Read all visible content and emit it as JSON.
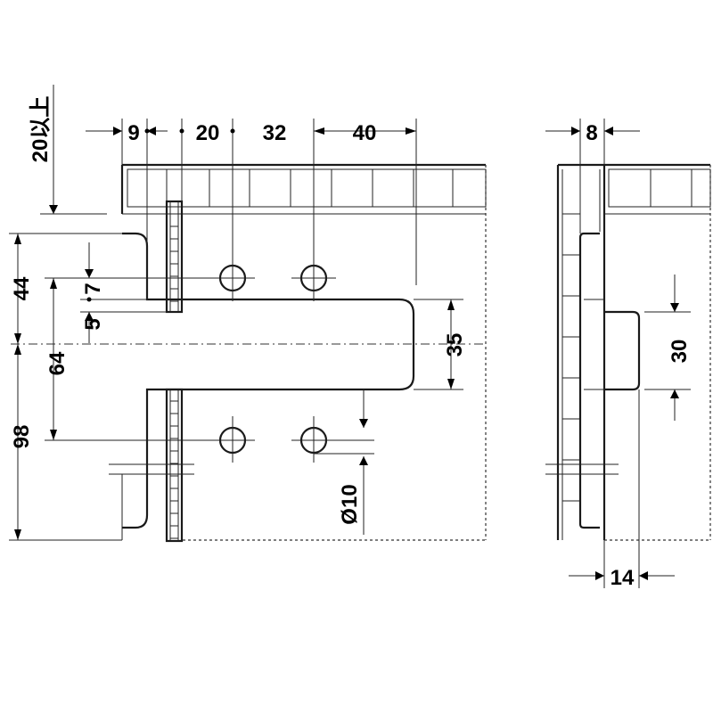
{
  "drawing": {
    "front_view": {
      "dims": {
        "d9": "9",
        "d20": "20",
        "d32": "32",
        "d40": "40",
        "d20_above": "20以上",
        "d44": "44",
        "d7": "7",
        "d5": "5",
        "d64": "64",
        "d98": "98",
        "d35": "35",
        "d_hole": "Ø10"
      }
    },
    "side_view": {
      "dims": {
        "d8": "8",
        "d30": "30",
        "d14": "14"
      }
    }
  }
}
